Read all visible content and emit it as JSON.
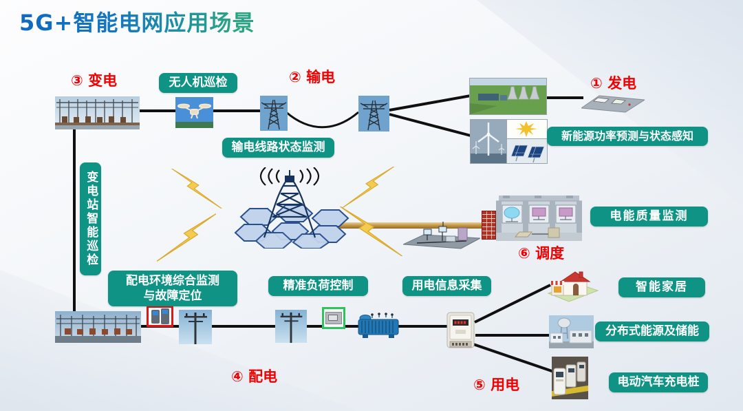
{
  "title": "5G+智能电网应用场景",
  "stages": {
    "generation": "① 发电",
    "transmission": "② 输电",
    "substation": "③ 变电",
    "distribution": "④ 配电",
    "consumption": "⑤ 用电",
    "dispatch": "⑥ 调度"
  },
  "tags": {
    "drone_inspection": "无人机巡检",
    "transmission_line_monitoring": "输电线路状态监测",
    "renewable_power_prediction": "新能源功率预测与状态感知",
    "substation_smart_inspection": "变电站智能巡检",
    "power_quality_monitoring": "电能质量监测",
    "distribution_env_monitoring_line1": "配电环境综合监测",
    "distribution_env_monitoring_line2": "与故障定位",
    "precise_load_control": "精准负荷控制",
    "power_info_collection": "用电信息采集",
    "smart_home": "智能家居",
    "distributed_energy_storage": "分布式能源及储能",
    "ev_charging_pile": "电动汽车充电桩"
  },
  "colors": {
    "tag_background": "#0E9384",
    "stage_label_red": "#F20000",
    "title_blue": "#1069C0",
    "title_teal": "#2AA583",
    "lightning_yellow": "#F4CB4E",
    "pipe_gold": "#C89B4A",
    "connector_black": "#101010"
  }
}
